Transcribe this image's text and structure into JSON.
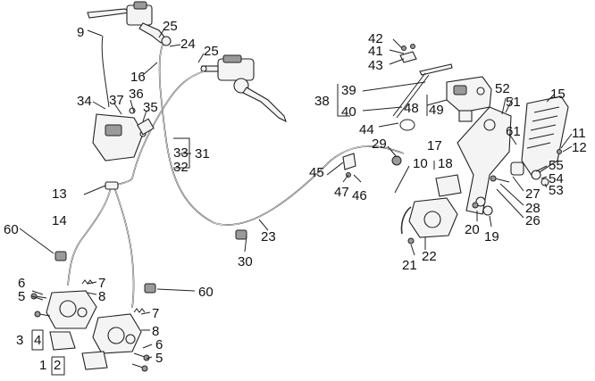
{
  "diagram": {
    "callouts": [
      {
        "id": "c1",
        "text": "1"
      },
      {
        "id": "c2",
        "text": "2"
      },
      {
        "id": "c3",
        "text": "3"
      },
      {
        "id": "c4",
        "text": "4"
      },
      {
        "id": "c5a",
        "text": "5"
      },
      {
        "id": "c5b",
        "text": "5"
      },
      {
        "id": "c6a",
        "text": "6"
      },
      {
        "id": "c6b",
        "text": "6"
      },
      {
        "id": "c7a",
        "text": "7"
      },
      {
        "id": "c7b",
        "text": "7"
      },
      {
        "id": "c8a",
        "text": "8"
      },
      {
        "id": "c8b",
        "text": "8"
      },
      {
        "id": "c9",
        "text": "9"
      },
      {
        "id": "c10",
        "text": "10"
      },
      {
        "id": "c11",
        "text": "11"
      },
      {
        "id": "c12",
        "text": "12"
      },
      {
        "id": "c13",
        "text": "13"
      },
      {
        "id": "c14",
        "text": "14"
      },
      {
        "id": "c15",
        "text": "15"
      },
      {
        "id": "c16",
        "text": "16"
      },
      {
        "id": "c17",
        "text": "17"
      },
      {
        "id": "c18",
        "text": "18"
      },
      {
        "id": "c19",
        "text": "19"
      },
      {
        "id": "c20",
        "text": "20"
      },
      {
        "id": "c21",
        "text": "21"
      },
      {
        "id": "c22",
        "text": "22"
      },
      {
        "id": "c23",
        "text": "23"
      },
      {
        "id": "c24",
        "text": "24"
      },
      {
        "id": "c25a",
        "text": "25"
      },
      {
        "id": "c25b",
        "text": "25"
      },
      {
        "id": "c26",
        "text": "26"
      },
      {
        "id": "c27",
        "text": "27"
      },
      {
        "id": "c28",
        "text": "28"
      },
      {
        "id": "c29",
        "text": "29"
      },
      {
        "id": "c30",
        "text": "30"
      },
      {
        "id": "c31",
        "text": "31"
      },
      {
        "id": "c32",
        "text": "32"
      },
      {
        "id": "c33",
        "text": "33"
      },
      {
        "id": "c34",
        "text": "34"
      },
      {
        "id": "c35",
        "text": "35"
      },
      {
        "id": "c36",
        "text": "36"
      },
      {
        "id": "c37",
        "text": "37"
      },
      {
        "id": "c38",
        "text": "38"
      },
      {
        "id": "c39",
        "text": "39"
      },
      {
        "id": "c40",
        "text": "40"
      },
      {
        "id": "c41",
        "text": "41"
      },
      {
        "id": "c42",
        "text": "42"
      },
      {
        "id": "c43",
        "text": "43"
      },
      {
        "id": "c44",
        "text": "44"
      },
      {
        "id": "c45",
        "text": "45"
      },
      {
        "id": "c46",
        "text": "46"
      },
      {
        "id": "c47",
        "text": "47"
      },
      {
        "id": "c48",
        "text": "48"
      },
      {
        "id": "c49",
        "text": "49"
      },
      {
        "id": "c51",
        "text": "51"
      },
      {
        "id": "c52",
        "text": "52"
      },
      {
        "id": "c53",
        "text": "53"
      },
      {
        "id": "c54",
        "text": "54"
      },
      {
        "id": "c55",
        "text": "55"
      },
      {
        "id": "c60a",
        "text": "60"
      },
      {
        "id": "c60b",
        "text": "60"
      },
      {
        "id": "c61",
        "text": "61"
      }
    ]
  }
}
